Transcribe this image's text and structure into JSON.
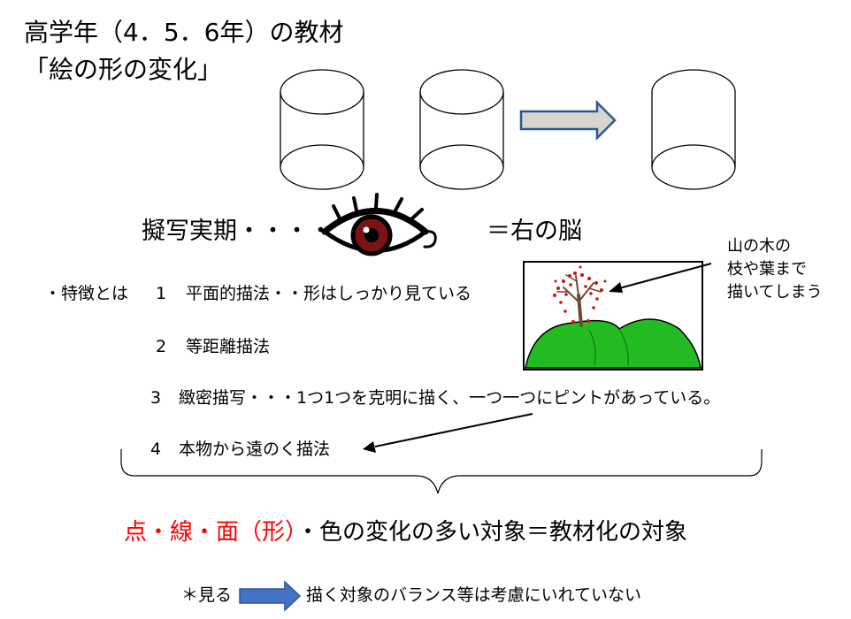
{
  "title": {
    "line1": "高学年（4．5．6年）の教材",
    "line2": "「絵の形の変化」"
  },
  "stage": {
    "label": "擬写実期・・・・",
    "equals": "＝右の脳"
  },
  "features": {
    "intro": "・特徴とは",
    "items": [
      {
        "num": "1",
        "text": "平面的描法・・形はしっかり見ている"
      },
      {
        "num": "2",
        "text": "等距離描法"
      },
      {
        "num": "3",
        "text": "緻密描写・・・1つ1つを克明に描く、一つ一つにピントがあっている。"
      },
      {
        "num": "4",
        "text": "本物から遠のく描法"
      }
    ]
  },
  "note": {
    "lines": [
      "山の木の",
      "枝や葉まで",
      "描いてしまう"
    ]
  },
  "summary": {
    "part_red": "点・線・面（形）",
    "part_black": "・色の変化の多い対象＝教材化の対象"
  },
  "footer": {
    "left": "＊見る",
    "right": "描く対象のバランス等は考慮にいれていない"
  },
  "colors": {
    "arrow_fill": "#d8d6cc",
    "arrow_stroke": "#2f5597",
    "footer_arrow": "#4472c4",
    "hill": "#22bb22",
    "tree_trunk": "#6b4a2e",
    "tree_leaves": "#cc1111",
    "eye_iris": "#7a1414",
    "accent_red": "#ff0000"
  }
}
